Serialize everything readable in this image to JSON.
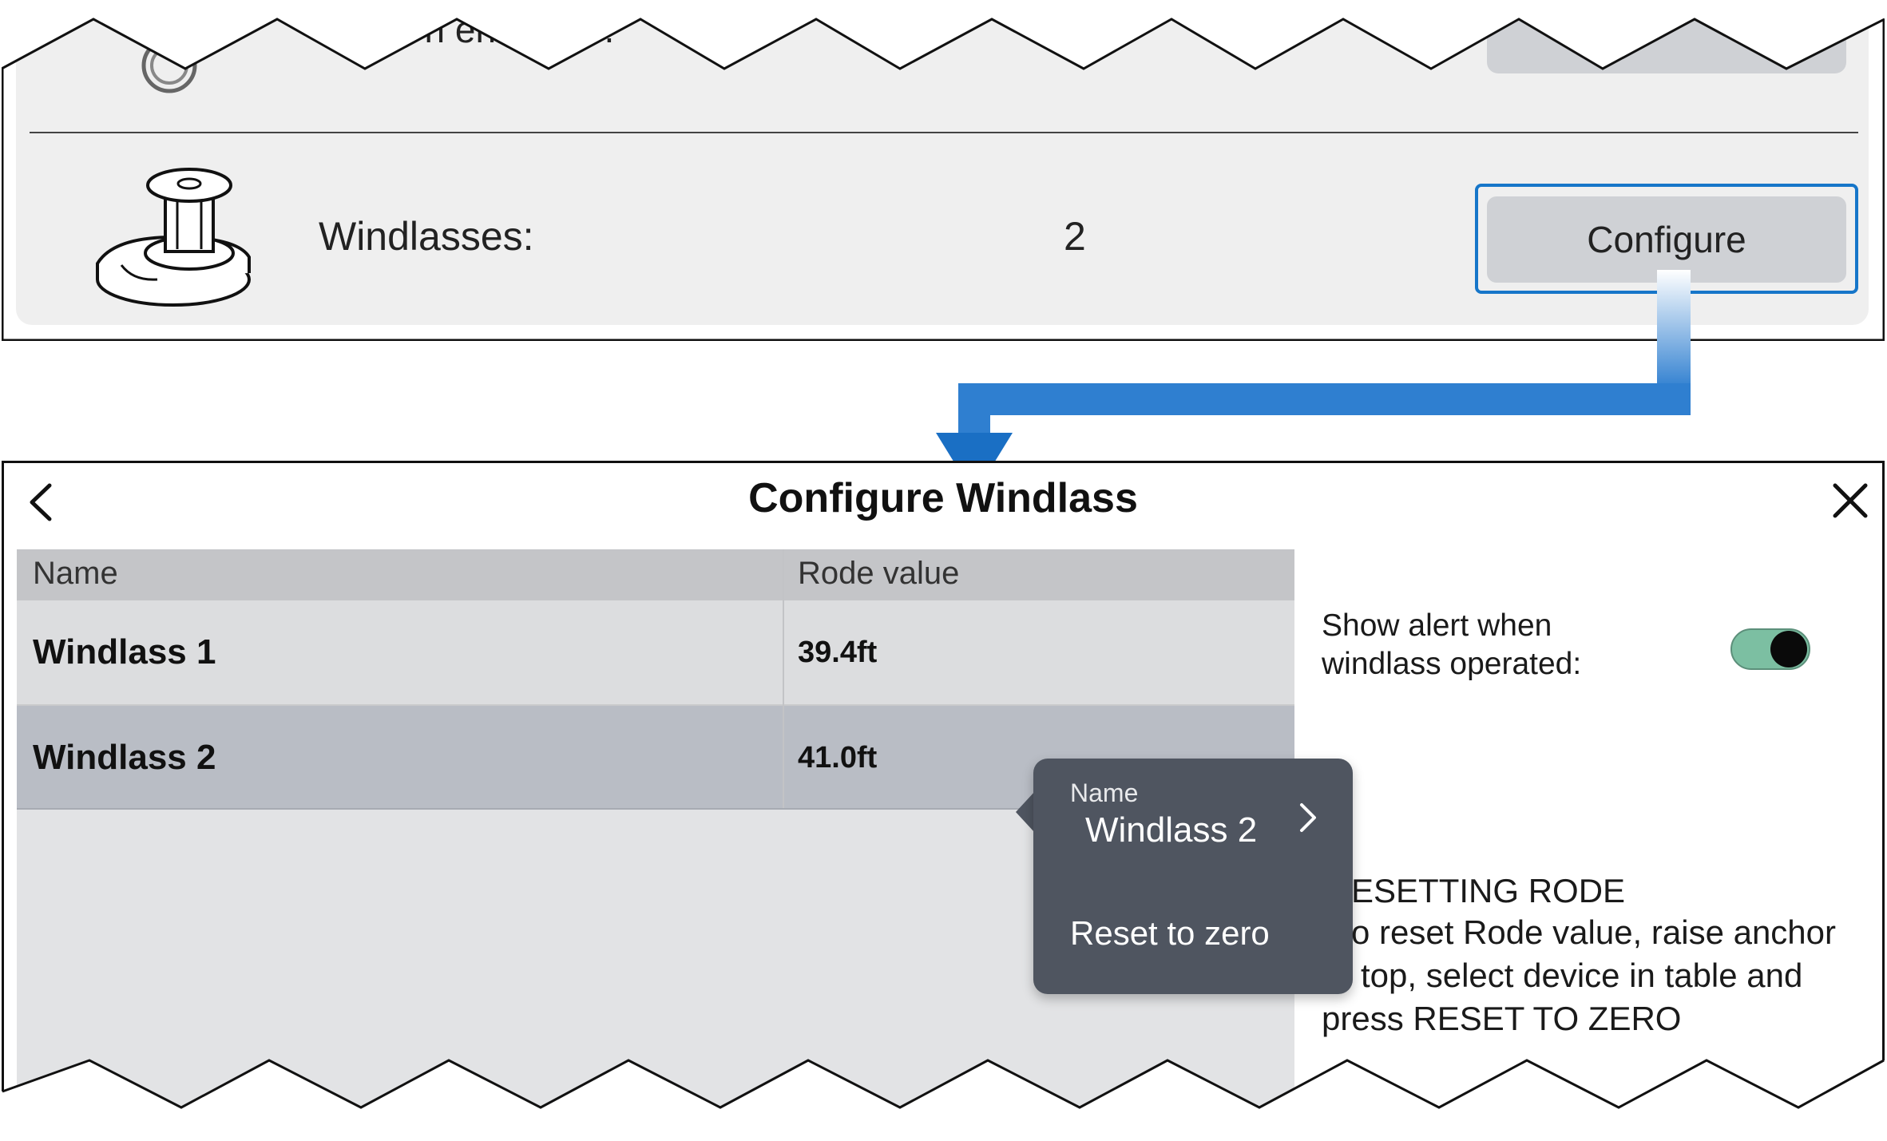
{
  "top_panel": {
    "partial_text": "n of n      env      ent      s.",
    "windlasses_label": "Windlasses:",
    "windlasses_count": "2",
    "configure_button": "Configure"
  },
  "dialog": {
    "title": "Configure Windlass",
    "back_icon": "chevron-left-icon",
    "close_icon": "close-icon",
    "table": {
      "columns": [
        "Name",
        "Rode value"
      ],
      "rows": [
        {
          "name": "Windlass 1",
          "rode": "39.4ft"
        },
        {
          "name": "Windlass 2",
          "rode": "41.0ft"
        }
      ]
    },
    "popup": {
      "name_label": "Name",
      "name_value": "Windlass 2",
      "reset_label": "Reset to zero"
    },
    "alert_setting": {
      "label_line1": "Show alert when",
      "label_line2": "windlass operated:",
      "enabled": true,
      "color_on": "#7cbfa2"
    },
    "help": {
      "line1": "ESETTING RODE",
      "line2": "o reset Rode value, raise anchor",
      "line3": "top, select device in table and",
      "line4": "press RESET TO ZERO"
    }
  },
  "colors": {
    "accent": "#1676c9",
    "popup_bg": "#4f5560",
    "selected_row": "#b9bdc5"
  }
}
